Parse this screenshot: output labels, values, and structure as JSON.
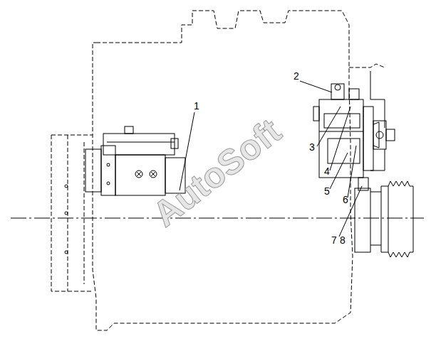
{
  "diagram": {
    "labels": [
      "1",
      "2",
      "3",
      "4",
      "5",
      "6",
      "7",
      "8",
      "AutoSoft"
    ]
  }
}
